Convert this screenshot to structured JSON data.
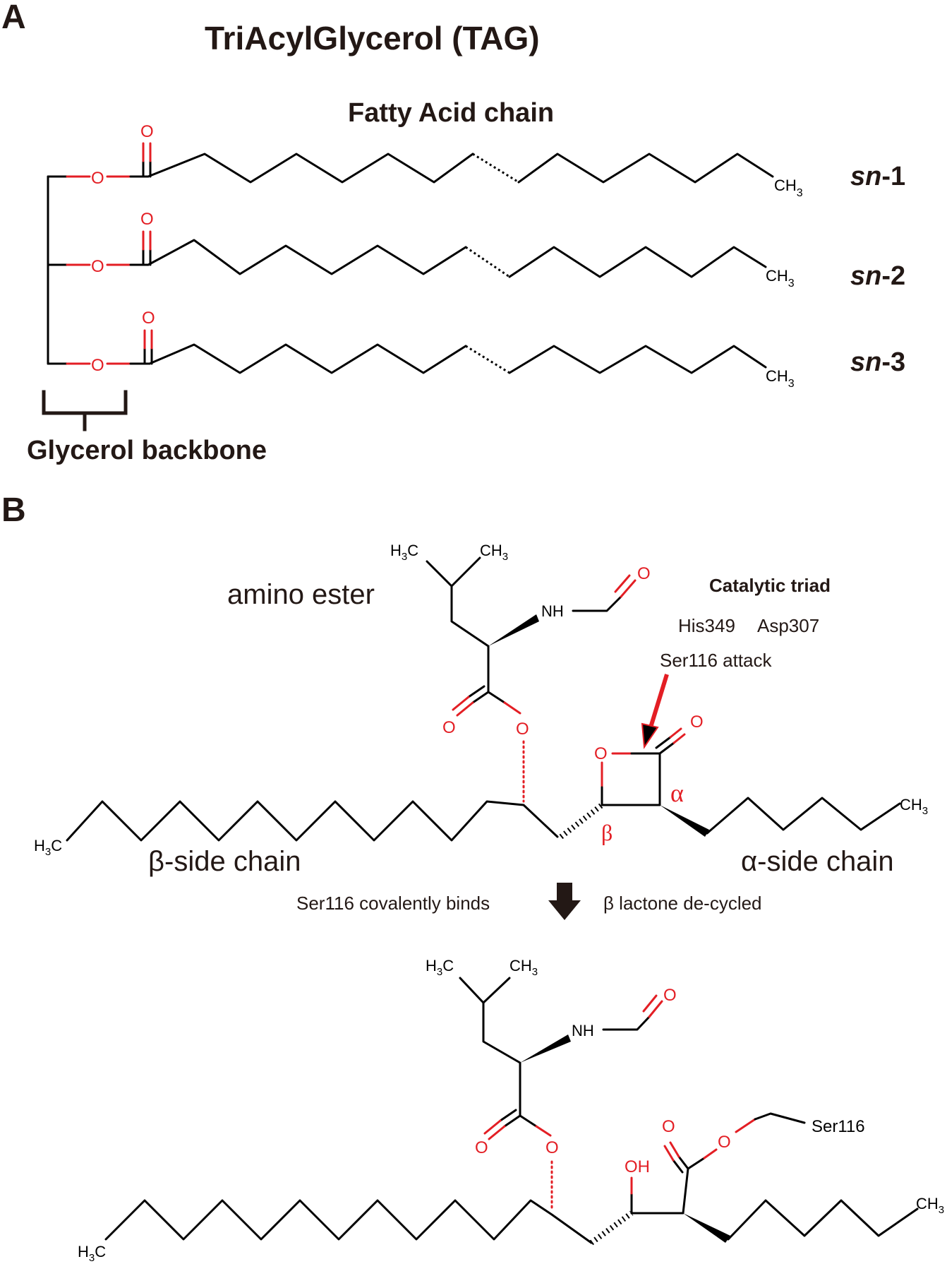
{
  "panel_a": {
    "label": "A",
    "title": "TriAcylGlycerol (TAG)",
    "fatty_acid_label": "Fatty Acid chain",
    "positions": [
      {
        "prefix": "sn",
        "suffix": "-1"
      },
      {
        "prefix": "sn",
        "suffix": "-2"
      },
      {
        "prefix": "sn",
        "suffix": "-3"
      }
    ],
    "terminal_group": {
      "main": "CH",
      "sub": "3"
    },
    "oxygen": "O",
    "backbone_label": "Glycerol backbone"
  },
  "panel_b": {
    "label": "B",
    "amino_ester_label": "amino ester",
    "catalytic_title": "Catalytic triad",
    "residue_his": "His349",
    "residue_asp": "Asp307",
    "attack_label": "Ser116 attack",
    "beta_side_label": "β-side chain",
    "alpha_side_label": "α-side chain",
    "alpha_symbol": "α",
    "beta_symbol": "β",
    "step_left": "Ser116 covalently binds",
    "step_right": "β lactone de-cycled",
    "nh": "NH",
    "oh": "OH",
    "ser_group": "Ser116",
    "methyl": {
      "h": "H",
      "sub": "3",
      "c": "C",
      "ch": "CH"
    }
  },
  "colors": {
    "heteroatom_red": "#e31e24",
    "bond_black": "#000000",
    "heading": "#231815"
  }
}
